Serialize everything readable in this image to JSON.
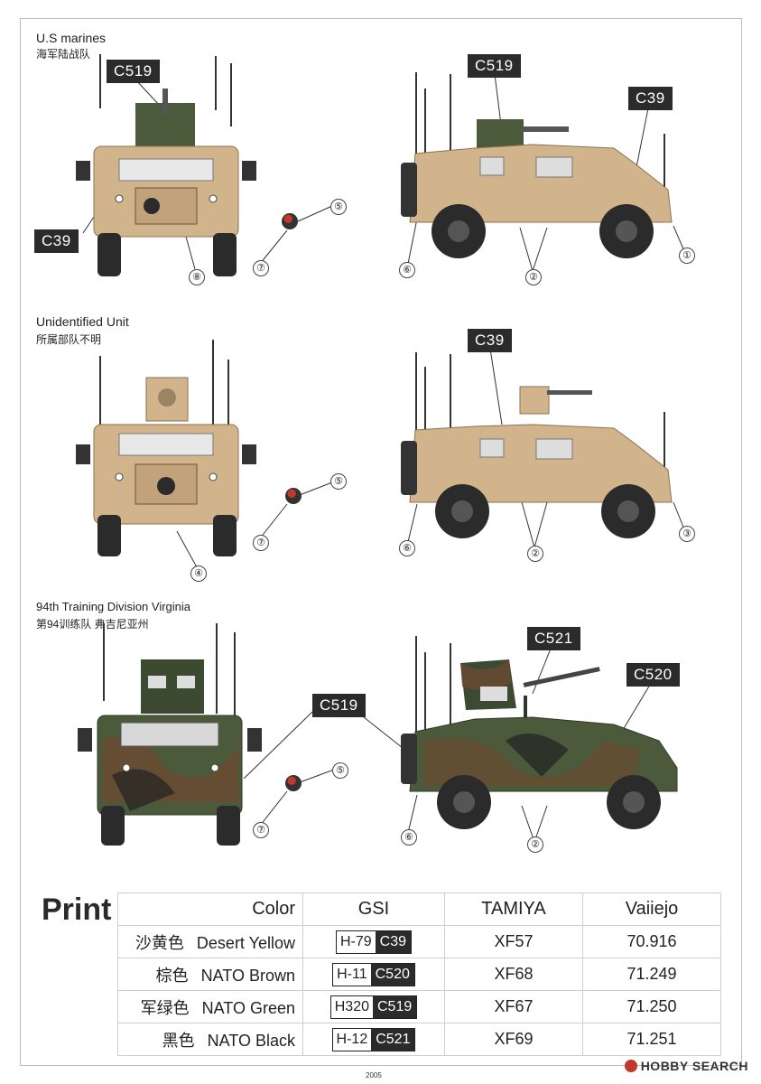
{
  "sections": [
    {
      "title": "U.S marines",
      "subtitle": "海军陆战队"
    },
    {
      "title": "Unidentified Unit",
      "subtitle": "所属部队不明"
    },
    {
      "title": "94th Training Division  Virginia",
      "subtitle": "第94训练队  弗吉尼亚州"
    }
  ],
  "callouts": {
    "s1_front_top": "C519",
    "s1_front_side": "C39",
    "s1_side_top": "C519",
    "s1_side_right": "C39",
    "s2_side_top": "C39",
    "s3_middle": "C519",
    "s3_side_top": "C521",
    "s3_side_right": "C520"
  },
  "numbers": {
    "s1": [
      "⑤",
      "⑦",
      "⑧",
      "⑥",
      "②",
      "①"
    ],
    "s2": [
      "⑤",
      "⑦",
      "④",
      "⑥",
      "②",
      "③"
    ],
    "s3": [
      "⑤",
      "⑦",
      "⑥",
      "②"
    ]
  },
  "colors": {
    "desert": "#d2b48c",
    "green": "#4a5a3a",
    "brown": "#6b4a32",
    "black": "#222222"
  },
  "print": {
    "title": "Print",
    "headers": {
      "color": "Color",
      "gsi": "GSI",
      "tamiya": "TAMIYA",
      "vallejo": "Vaiiejo"
    },
    "rows": [
      {
        "cn": "沙黄色",
        "name": "Desert Yellow",
        "gsi_h": "H-79",
        "gsi_c": "C39",
        "tamiya": "XF57",
        "vallejo": "70.916"
      },
      {
        "cn": "棕色",
        "name": "NATO Brown",
        "gsi_h": "H-11",
        "gsi_c": "C520",
        "tamiya": "XF68",
        "vallejo": "71.249"
      },
      {
        "cn": "军绿色",
        "name": "NATO Green",
        "gsi_h": "H320",
        "gsi_c": "C519",
        "tamiya": "XF67",
        "vallejo": "71.250"
      },
      {
        "cn": "黑色",
        "name": "NATO Black",
        "gsi_h": "H-12",
        "gsi_c": "C521",
        "tamiya": "XF69",
        "vallejo": "71.251"
      }
    ]
  },
  "footer": {
    "page": "2005",
    "watermark": "HOBBY SEARCH"
  }
}
